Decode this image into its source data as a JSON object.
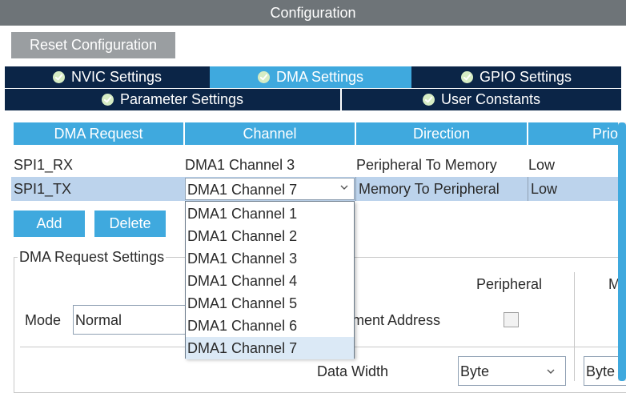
{
  "window": {
    "title": "Configuration"
  },
  "toolbar": {
    "reset_label": "Reset Configuration"
  },
  "tabs_row1": [
    {
      "label": "NVIC Settings",
      "active": false
    },
    {
      "label": "DMA Settings",
      "active": true
    },
    {
      "label": "GPIO Settings",
      "active": false
    }
  ],
  "tabs_row2": [
    {
      "label": "Parameter Settings"
    },
    {
      "label": "User Constants"
    }
  ],
  "table": {
    "columns": [
      "DMA Request",
      "Channel",
      "Direction",
      "Prio"
    ],
    "rows": [
      {
        "request": "SPI1_RX",
        "channel": "DMA1 Channel 3",
        "direction": "Peripheral To Memory",
        "priority": "Low"
      },
      {
        "request": "SPI1_TX",
        "channel": "DMA1 Channel 7",
        "direction": "Memory To Peripheral",
        "priority": "Low"
      }
    ]
  },
  "actions": {
    "add_label": "Add",
    "delete_label": "Delete"
  },
  "channel_dropdown": {
    "options": [
      "DMA1 Channel 1",
      "DMA1 Channel 2",
      "DMA1 Channel 3",
      "DMA1 Channel 4",
      "DMA1 Channel 5",
      "DMA1 Channel 6",
      "DMA1 Channel 7"
    ],
    "highlighted": "DMA1 Channel 7"
  },
  "settings": {
    "group_title": "DMA Request Settings",
    "mode_label": "Mode",
    "mode_value": "Normal",
    "peripheral_label": "Peripheral",
    "memory_label_partial": "M",
    "increment_label_partial": "ment Address",
    "data_width_label": "Data Width",
    "peripheral_width_value": "Byte",
    "memory_width_value_partial": "Byte"
  },
  "colors": {
    "accent": "#3fa9de",
    "tab_dark": "#0b2547",
    "title_bar": "#6e7478",
    "selected_row": "#bcd3ec",
    "check_fill": "#d6ecc4"
  }
}
